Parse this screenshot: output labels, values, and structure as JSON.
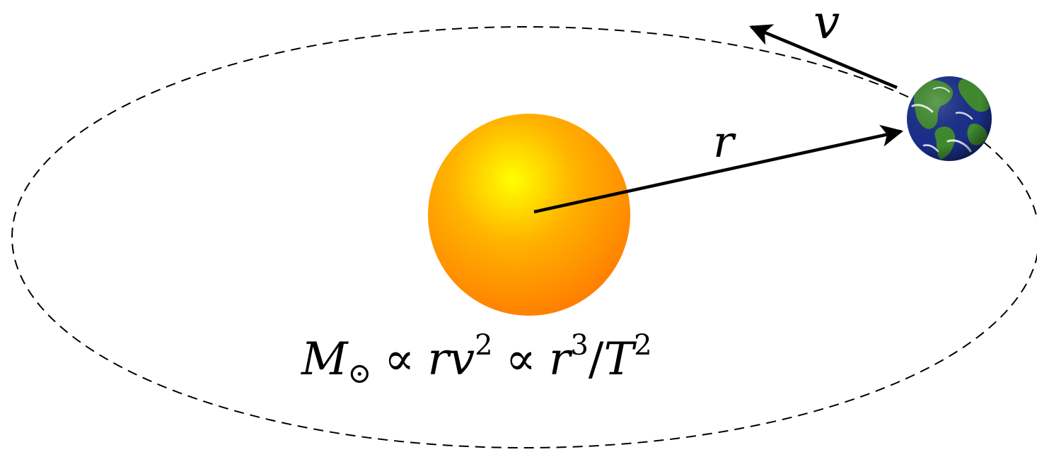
{
  "labels": {
    "velocity": "v",
    "radius": "r"
  },
  "formula": {
    "mass_symbol": "M",
    "sun_subscript": "⊙",
    "proportional": "∝",
    "r": "r",
    "v": "v",
    "exp_two": "2",
    "exp_three": "3",
    "slash": "/",
    "period": "T"
  },
  "colors": {
    "sun_core": "#ffff00",
    "sun_mid": "#ffb300",
    "sun_edge": "#ff7f00",
    "earth_ocean": "#1a2f8a",
    "earth_land": "#3f8a2e",
    "earth_cloud": "#ffffff",
    "orbit": "#000000"
  },
  "icons": {
    "sun": "sun-icon",
    "earth": "earth-icon"
  }
}
